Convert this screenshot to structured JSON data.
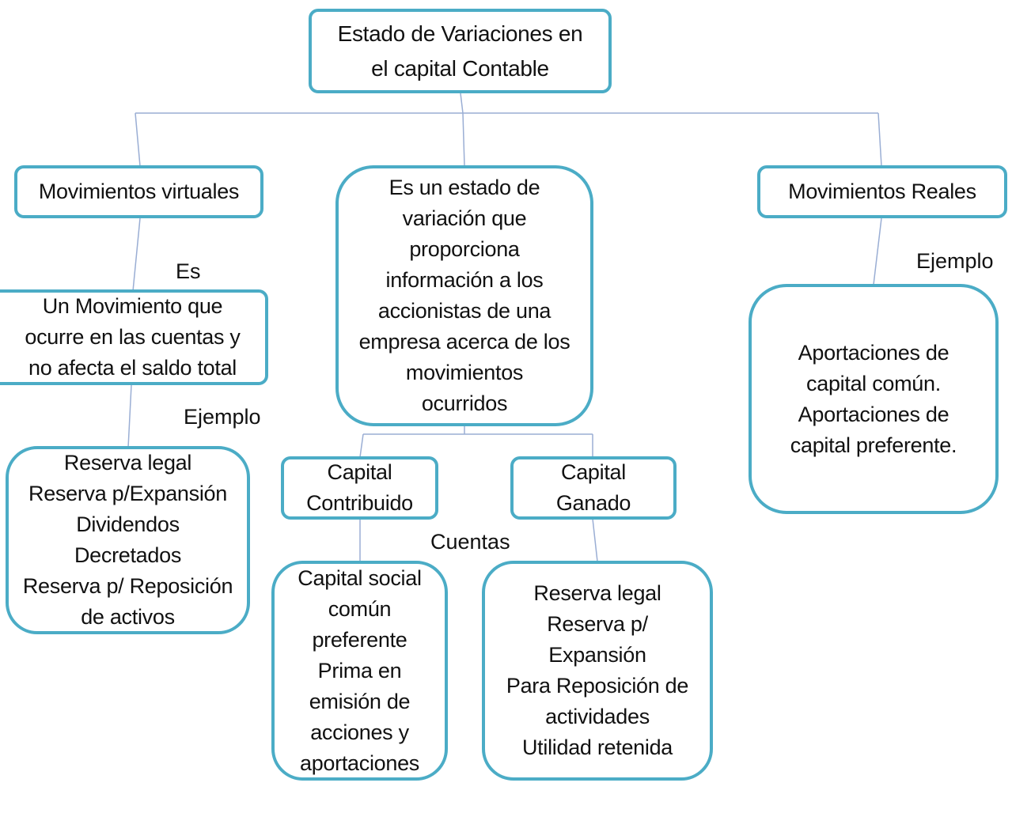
{
  "diagram": {
    "title_box": "Estado de Variaciones  en\nel capital Contable",
    "left": {
      "header": "Movimientos virtuales",
      "connector_label": "Es",
      "definition": "Un Movimiento que\nocurre en las cuentas y\nno afecta el saldo total",
      "example_label": "Ejemplo",
      "examples": "Reserva legal\nReserva p/Expansión\nDividendos\nDecretados\nReserva p/ Reposición\nde activos"
    },
    "center": {
      "description": "Es un estado de\nvariación que\nproporciona\ninformación a los\naccionistas de una\nempresa acerca de los\nmovimientos\nocurridos",
      "contribuido": {
        "header": "Capital\nContribuido",
        "accounts": "Capital social\ncomún\npreferente\nPrima en\nemisión de\nacciones y\naportaciones"
      },
      "accounts_label": "Cuentas",
      "ganado": {
        "header": "Capital\nGanado",
        "accounts": "Reserva legal\nReserva p/\nExpansión\nPara Reposición de\nactividades\nUtilidad retenida"
      }
    },
    "right": {
      "header": "Movimientos Reales",
      "example_label": "Ejemplo",
      "examples": "Aportaciones de\ncapital común.\nAportaciones de\ncapital preferente."
    }
  },
  "colors": {
    "box_border": "#4bacc6",
    "connector": "#9aaed4",
    "background": "#ffffff",
    "text": "#111111"
  }
}
